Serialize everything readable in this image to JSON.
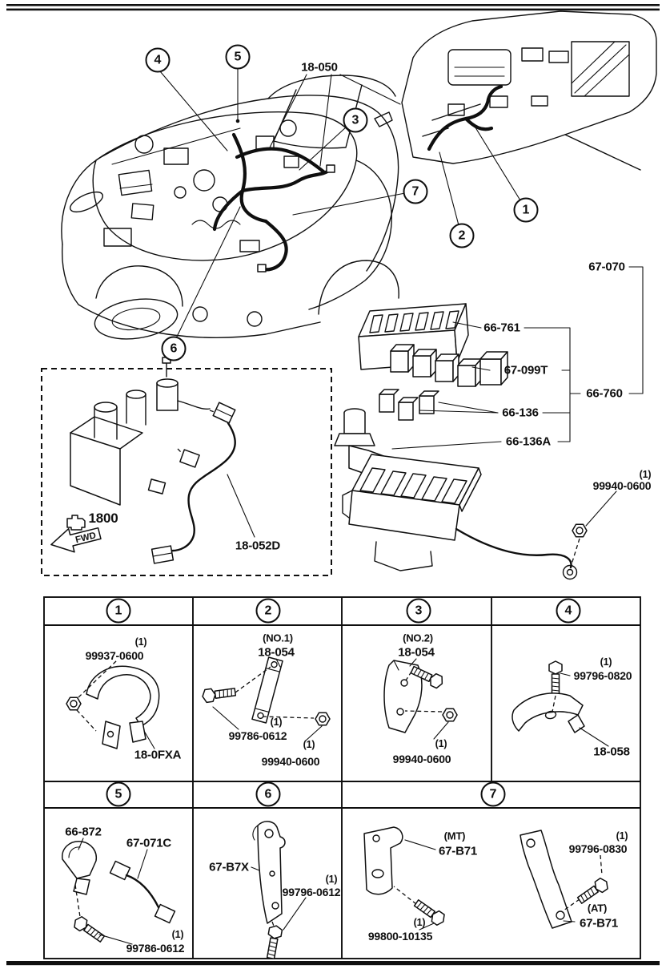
{
  "colors": {
    "ink": "#0f0f0f",
    "paper": "#ffffff"
  },
  "callouts": {
    "c1": "1",
    "c2": "2",
    "c3": "3",
    "c4": "4",
    "c5": "5",
    "c6": "6",
    "c7": "7"
  },
  "diagram": {
    "harness": "18-050",
    "assy": "67-070",
    "cover": "66-761",
    "relay": "67-099T",
    "box": "66-760",
    "fuse": "66-136",
    "fuse_a": "66-136A",
    "nut_qty": "(1)",
    "nut": "99940-0600"
  },
  "inset": {
    "engine": "1800",
    "fwd": "FWD",
    "part": "18-052D"
  },
  "table": {
    "headers": [
      "1",
      "2",
      "3",
      "4",
      "5",
      "6",
      "7"
    ],
    "c1": {
      "q1": "(1)",
      "p1": "99937-0600",
      "p2": "18-0FXA"
    },
    "c2": {
      "note": "(NO.1)",
      "p0": "18-054",
      "q1": "(1)",
      "p1": "99786-0612",
      "q2": "(1)",
      "p2": "99940-0600"
    },
    "c3": {
      "note": "(NO.2)",
      "p0": "18-054",
      "q1": "(1)",
      "p1": "99940-0600"
    },
    "c4": {
      "q1": "(1)",
      "p1": "99796-0820",
      "p2": "18-058"
    },
    "c5": {
      "p0": "66-872",
      "p1": "67-071C",
      "q2": "(1)",
      "p2": "99786-0612"
    },
    "c6": {
      "p0": "67-B7X",
      "q1": "(1)",
      "p1": "99796-0612"
    },
    "c7": {
      "mt_note": "(MT)",
      "mt_part": "67-B71",
      "bolt_q": "(1)",
      "bolt_p": "99800-10135",
      "r_q": "(1)",
      "r_p": "99796-0830",
      "at_note": "(AT)",
      "at_part": "67-B71"
    }
  }
}
